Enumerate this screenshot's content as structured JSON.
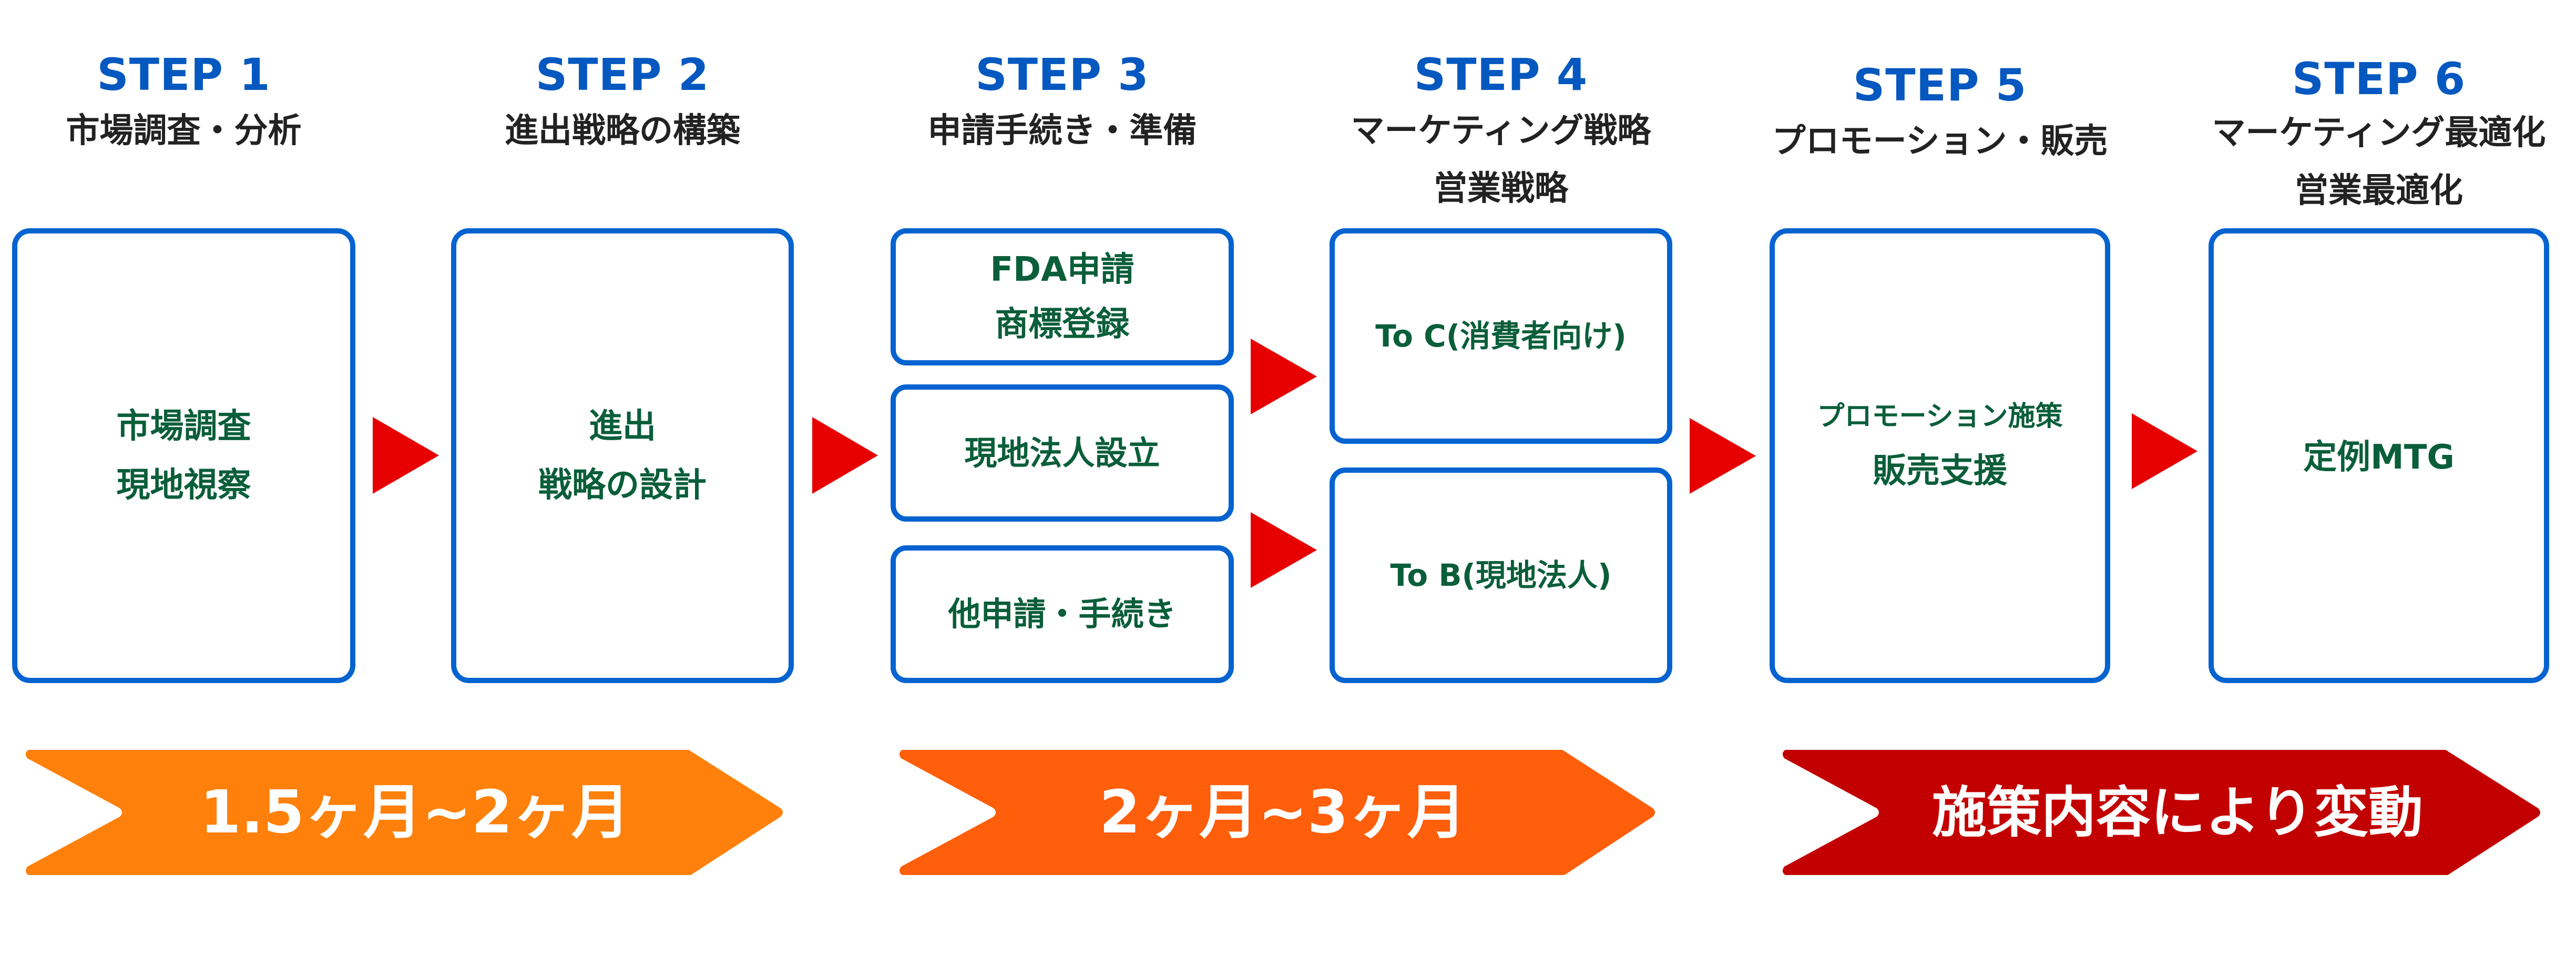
{
  "colors": {
    "step_label": "#0558BF",
    "step_subtitle": "#222222",
    "box_border": "#0563D0",
    "box_text": "#0A5E3A",
    "flow_arrow": "#E60000",
    "banner_1": "#FF800A",
    "banner_2": "#FF5E0A",
    "banner_3": "#C30000",
    "banner_text": "#FFFFFF"
  },
  "steps": [
    {
      "label": "STEP 1",
      "subtitle": [
        "市場調査・分析"
      ],
      "boxes": [
        {
          "lines": [
            "市場調査",
            "現地視察"
          ]
        }
      ]
    },
    {
      "label": "STEP 2",
      "subtitle": [
        "進出戦略の構築"
      ],
      "boxes": [
        {
          "lines": [
            "進出",
            "戦略の設計"
          ]
        }
      ]
    },
    {
      "label": "STEP 3",
      "subtitle": [
        "申請手続き・準備"
      ],
      "boxes": [
        {
          "lines": [
            "FDA申請",
            "商標登録"
          ]
        },
        {
          "lines": [
            "現地法人設立"
          ]
        },
        {
          "lines": [
            "他申請・手続き"
          ]
        }
      ]
    },
    {
      "label": "STEP 4",
      "subtitle": [
        "マーケティング戦略",
        "営業戦略"
      ],
      "boxes": [
        {
          "lines": [
            "To C(消費者向け)"
          ]
        },
        {
          "lines": [
            "To B(現地法人)"
          ]
        }
      ]
    },
    {
      "label": "STEP 5",
      "subtitle": [
        "プロモーション・販売"
      ],
      "boxes": [
        {
          "lines": [
            "プロモーション施策",
            "販売支援"
          ]
        }
      ]
    },
    {
      "label": "STEP 6",
      "subtitle": [
        "マーケティング最適化",
        "営業最適化"
      ],
      "boxes": [
        {
          "lines": [
            "定例MTG"
          ]
        }
      ]
    }
  ],
  "flow_arrows": [
    {
      "from": "STEP 1",
      "to": "STEP 2",
      "icon": "triangle-right-icon"
    },
    {
      "from": "STEP 2",
      "to": "STEP 3",
      "icon": "triangle-right-icon"
    },
    {
      "from": "STEP 3",
      "to": "STEP 4 To C",
      "icon": "triangle-right-icon"
    },
    {
      "from": "STEP 3",
      "to": "STEP 4 To B",
      "icon": "triangle-right-icon"
    },
    {
      "from": "STEP 4",
      "to": "STEP 5",
      "icon": "triangle-right-icon"
    },
    {
      "from": "STEP 5",
      "to": "STEP 6",
      "icon": "triangle-right-icon"
    }
  ],
  "timeline": [
    {
      "label": "1.5ヶ月~2ヶ月",
      "covers": [
        "STEP 1",
        "STEP 2"
      ]
    },
    {
      "label": "2ヶ月~3ヶ月",
      "covers": [
        "STEP 3",
        "STEP 4"
      ]
    },
    {
      "label": "施策内容により変動",
      "covers": [
        "STEP 5",
        "STEP 6"
      ]
    }
  ]
}
